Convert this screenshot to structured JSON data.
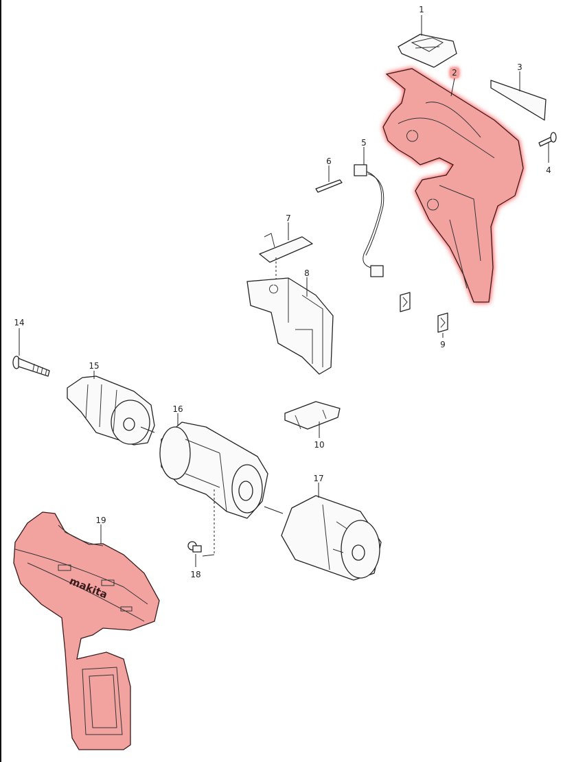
{
  "diagram": {
    "parts": [
      {
        "id": "1",
        "label": "1"
      },
      {
        "id": "2",
        "label": "2",
        "highlighted": true
      },
      {
        "id": "3",
        "label": "3"
      },
      {
        "id": "4",
        "label": "4"
      },
      {
        "id": "5",
        "label": "5"
      },
      {
        "id": "6",
        "label": "6"
      },
      {
        "id": "7",
        "label": "7"
      },
      {
        "id": "8",
        "label": "8"
      },
      {
        "id": "9",
        "label": "9"
      },
      {
        "id": "10",
        "label": "10"
      },
      {
        "id": "14",
        "label": "14"
      },
      {
        "id": "15",
        "label": "15"
      },
      {
        "id": "16",
        "label": "16"
      },
      {
        "id": "17",
        "label": "17"
      },
      {
        "id": "18",
        "label": "18"
      },
      {
        "id": "19",
        "label": "19",
        "highlighted": true
      }
    ],
    "logo_text": "makita",
    "colors": {
      "highlight": "#f2a3a0",
      "glow": "#ff2020",
      "line": "#222222"
    }
  }
}
